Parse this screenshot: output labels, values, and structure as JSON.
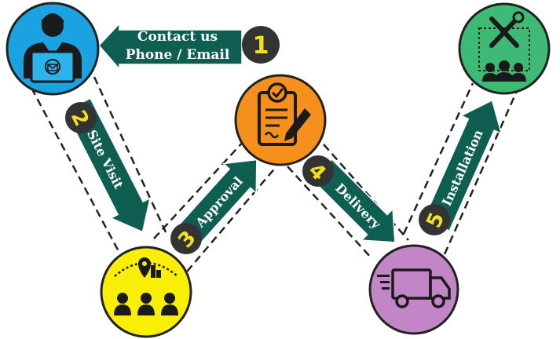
{
  "steps": [
    {
      "number": "1",
      "line1": "Contact us",
      "line2": "Phone / Email",
      "icon": "customer-laptop-icon"
    },
    {
      "number": "2",
      "label": "Site Visit",
      "icon": "team-location-icon"
    },
    {
      "number": "3",
      "label": "Approval",
      "icon": "clipboard-check-icon"
    },
    {
      "number": "4",
      "label": "Delivery",
      "icon": "delivery-truck-icon"
    },
    {
      "number": "5",
      "label": "Installation",
      "icon": "tools-team-icon"
    }
  ],
  "colors": {
    "arrow": "#0f5e52",
    "badge": "#333333",
    "number": "#f4e11e",
    "blue": "#1aa3e0",
    "yellow": "#f9ee06",
    "orange": "#f5901c",
    "purple": "#c286c6",
    "green": "#3dbb74",
    "outline": "#222222"
  }
}
